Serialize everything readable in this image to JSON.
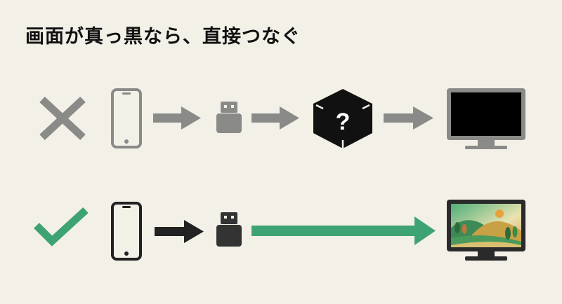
{
  "title": "画面が真っ黒なら、直接つなぐ",
  "colors": {
    "background": "#f3f0e7",
    "gray": "#8a8a88",
    "black": "#111111",
    "green": "#3ea372"
  },
  "rows": [
    {
      "status": "cross-icon",
      "items": [
        "smartphone-icon",
        "arrow",
        "usb-adapter-icon",
        "arrow",
        "unknown-box-icon",
        "arrow",
        "monitor-black-screen-icon"
      ],
      "question_mark": "?"
    },
    {
      "status": "check-icon",
      "items": [
        "smartphone-icon",
        "arrow",
        "usb-adapter-icon",
        "long-arrow",
        "monitor-landscape-icon"
      ]
    }
  ]
}
